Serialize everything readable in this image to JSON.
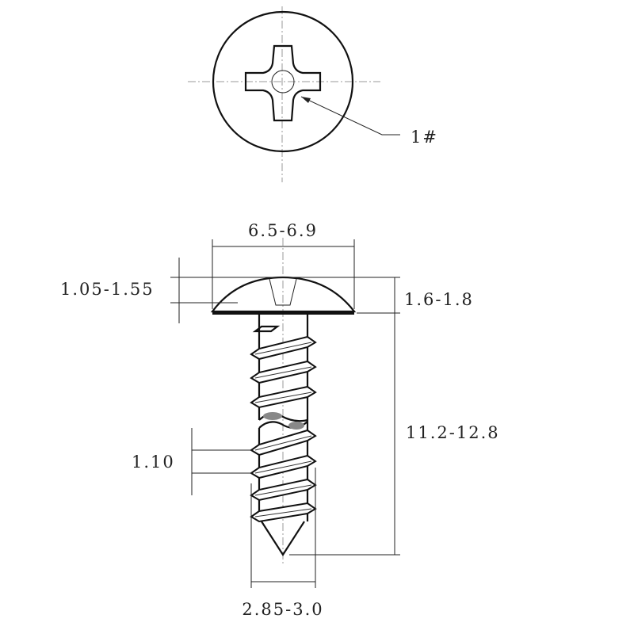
{
  "callout": {
    "label": "1#"
  },
  "dimensions": {
    "head_diameter": "6.5-6.9",
    "dome_height": "1.05-1.55",
    "head_height": "1.6-1.8",
    "length": "11.2-12.8",
    "thread_pitch": "1.10",
    "thread_diameter": "2.85-3.0"
  },
  "colors": {
    "line": "#111111",
    "centerline": "#999999",
    "hatch": "#777777"
  }
}
